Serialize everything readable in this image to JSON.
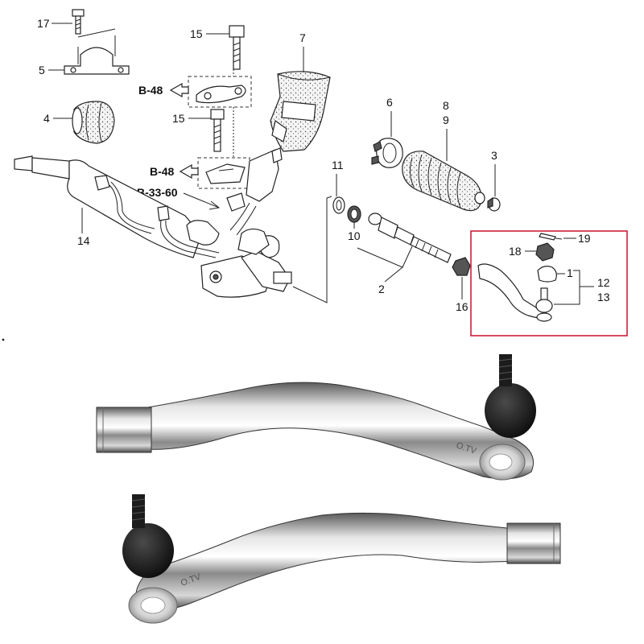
{
  "diagram": {
    "callouts": {
      "c1": "1",
      "c2": "2",
      "c3": "3",
      "c4": "4",
      "c5": "5",
      "c6": "6",
      "c7": "7",
      "c8": "8",
      "c9": "9",
      "c10": "10",
      "c11": "11",
      "c12": "12",
      "c13": "13",
      "c14": "14",
      "c15a": "15",
      "c15b": "15",
      "c16": "16",
      "c17": "17",
      "c18": "18",
      "c19": "19"
    },
    "refs": {
      "b48a": "B-48",
      "b48b": "B-48",
      "b3360": "B-33-60"
    },
    "highlight_color": "#c8102e"
  },
  "photo": {
    "part_marking_upper": "O.TV",
    "part_marking_lower": "O.TV"
  }
}
